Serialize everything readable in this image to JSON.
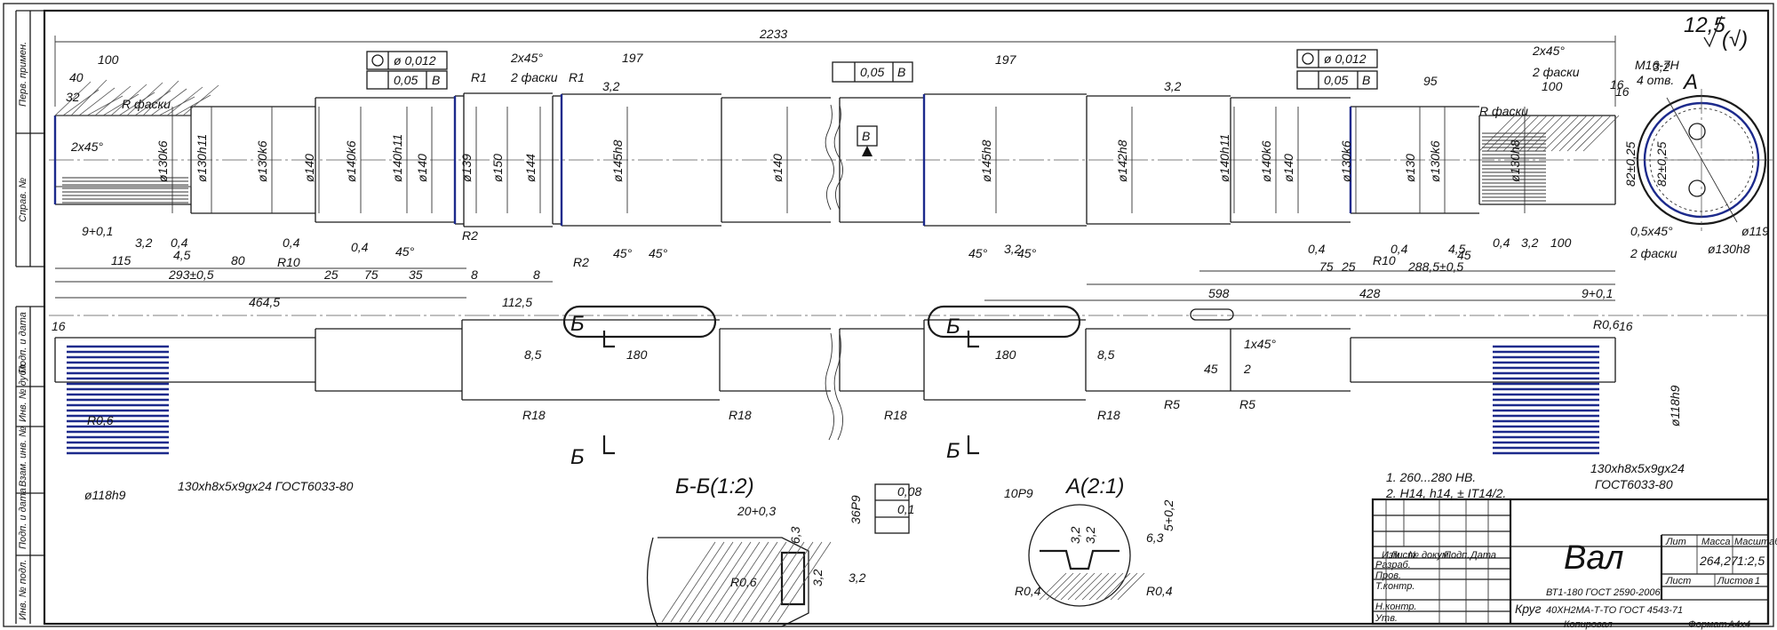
{
  "drawing": {
    "overall_length": "2233",
    "roughness": "12,5",
    "roughness_other": "(√)",
    "title": "Вал",
    "standard": "ВТ1-180 ГОСТ 2590-2006",
    "material_prefix": "Круг",
    "material": "40ХН2МА-Т-ТО ГОСТ 4543-71",
    "mass": "264,27",
    "scale": "1:2,5",
    "sheet_label": "Лист",
    "sheets_label": "Листов",
    "sheets_value": "1",
    "lit_label": "Лит",
    "mass_label": "Масса",
    "scale_label": "Масштаб",
    "copied_label": "Копировал",
    "format_label": "Формат",
    "format_value": "А4х4",
    "notes": [
      "1. 260...280 HB.",
      "2. H14, h14, ± IT14/2."
    ],
    "stamp_rows": [
      "Изм",
      "Лист",
      "№ докум.",
      "Подп.",
      "Дата"
    ],
    "stamp_roles": [
      "Разраб.",
      "Пров.",
      "Т.контр.",
      "Н.контр.",
      "Утв."
    ],
    "side_labels": [
      "Перв. примен.",
      "Справ. №",
      "Подп. и дата",
      "Инв. № дубл.",
      "Взам. инв. №",
      "Подп. и дата",
      "Инв. № подл."
    ]
  },
  "top_view": {
    "dims_top": [
      "100",
      "40",
      "32",
      "2x45°",
      "197",
      "R1",
      "R1",
      "2x45°",
      "2 фаски",
      "3,2",
      "197",
      "3,2",
      "95",
      "100",
      "2x45°",
      "2 фаски",
      "16"
    ],
    "dims_dia": [
      "ø130k6",
      "ø130h11",
      "ø130k6",
      "ø140",
      "ø140k6",
      "ø140h11",
      "ø140",
      "ø139",
      "ø150",
      "ø144",
      "ø145h8",
      "ø140",
      "ø145h8",
      "ø142h8",
      "ø140h11",
      "ø140k6",
      "ø140",
      "ø130k6",
      "ø130",
      "ø130k6",
      "ø130h8"
    ],
    "dims_bottom": [
      "9+0,1",
      "3,2",
      "0,4",
      "4,5",
      "0,4",
      "R10",
      "0,4",
      "45°",
      "R2",
      "R2",
      "45°",
      "45°",
      "45°",
      "3,2",
      "45°",
      "0,4",
      "R10",
      "0,4",
      "4,5",
      "0,4",
      "3,2",
      "100"
    ],
    "dims_lengths": [
      "115",
      "293±0,5",
      "80",
      "25",
      "75",
      "35",
      "8",
      "8",
      "464,5",
      "112,5",
      "598",
      "428",
      "75",
      "25",
      "288,5±0,5",
      "45",
      "9+0,1"
    ],
    "tolerances": [
      "ø 0,012",
      "0,05",
      "B",
      "0,05",
      "B",
      "ø 0,012",
      "0,05",
      "B"
    ],
    "datum": "B",
    "thread": "M16-7H",
    "thread_count": "4 отв.",
    "other_tags": [
      "R фаски",
      "R фаски",
      "16",
      "3,2",
      "A",
      "82±0,25",
      "82±0,25",
      "ø119",
      "ø130h8",
      "0,5x45°",
      "2 фаски"
    ]
  },
  "bottom_view": {
    "labels": [
      "16",
      "R0,6",
      "ø118h9",
      "130xh8x5x9gx24 ГОСТ6033-80",
      "8,5",
      "180",
      "R18",
      "R18",
      "Б",
      "Б",
      "Б",
      "Б",
      "180",
      "8,5",
      "R18",
      "R18",
      "1x45°",
      "45",
      "2",
      "R5",
      "R5",
      "R0,6",
      "16",
      "ø118h9",
      "130xh8x5x9gx24",
      "ГОСТ6033-80"
    ]
  },
  "sections": {
    "bb_title": "Б-Б(1:2)",
    "bb_labels": [
      "20+0,3",
      "6,3",
      "R0,6",
      "3,2",
      "3,2",
      "36P9",
      "0,08",
      "0,1"
    ],
    "a_title": "A(2:1)",
    "a_labels": [
      "10P9",
      "3,2",
      "3,2",
      "6,3",
      "5+0,2",
      "R0,4",
      "R0,4"
    ]
  }
}
